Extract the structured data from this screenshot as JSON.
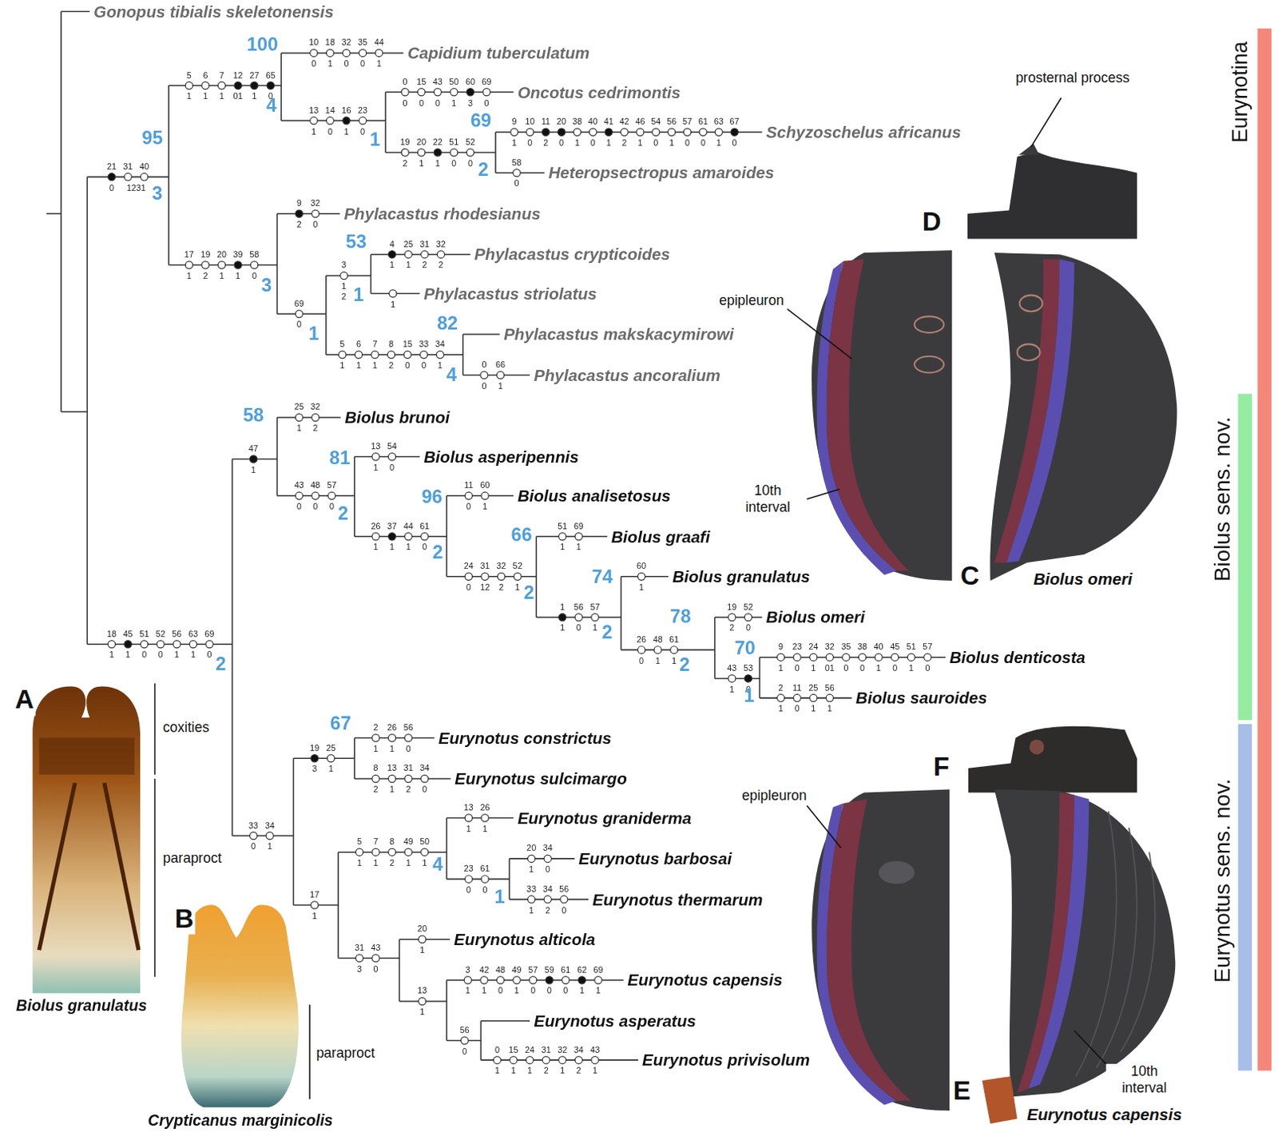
{
  "diagram": {
    "labels": [
      "Gonopus tibialis skeletonensis",
      "21",
      "31",
      "40",
      "0",
      "1231",
      "5",
      "6",
      "7",
      "12",
      "27",
      "65",
      "1",
      "1",
      "1",
      "01",
      "1",
      "0",
      "10",
      "18",
      "32",
      "35",
      "44",
      "0",
      "1",
      "0",
      "0",
      "1",
      "Capidium tuberculatum",
      "13",
      "14",
      "16",
      "23",
      "1",
      "0",
      "1",
      "0",
      "0",
      "15",
      "43",
      "50",
      "60",
      "69",
      "0",
      "0",
      "0",
      "1",
      "3",
      "0",
      "Oncotus cedrimontis",
      "19",
      "20",
      "22",
      "51",
      "52",
      "2",
      "1",
      "1",
      "0",
      "0",
      "9",
      "10",
      "11",
      "20",
      "38",
      "40",
      "41",
      "42",
      "46",
      "54",
      "56",
      "57",
      "61",
      "63",
      "67",
      "1",
      "0",
      "2",
      "0",
      "1",
      "0",
      "1",
      "2",
      "1",
      "0",
      "1",
      "0",
      "0",
      "1",
      "0",
      "Schyzoschelus africanus",
      "58",
      "0",
      "Heteropsectropus amaroides",
      "17",
      "19",
      "20",
      "39",
      "58",
      "1",
      "2",
      "1",
      "1",
      "0",
      "9",
      "32",
      "2",
      "0",
      "Phylacastus rhodesianus",
      "69",
      "0",
      "3",
      "1",
      "2",
      "4",
      "25",
      "31",
      "32",
      "1",
      "1",
      "2",
      "2",
      "Phylacastus crypticoides",
      "1",
      "Phylacastus striolatus",
      "5",
      "6",
      "7",
      "8",
      "15",
      "33",
      "34",
      "1",
      "1",
      "1",
      "2",
      "0",
      "0",
      "1",
      "Phylacastus makskacymirowi",
      "0",
      "66",
      "0",
      "1",
      "Phylacastus ancoralium",
      "18",
      "45",
      "51",
      "52",
      "56",
      "63",
      "69",
      "1",
      "1",
      "0",
      "0",
      "1",
      "1",
      "0",
      "47",
      "1",
      "25",
      "32",
      "1",
      "2",
      "Biolus brunoi",
      "43",
      "48",
      "57",
      "0",
      "0",
      "0",
      "13",
      "54",
      "1",
      "0",
      "Biolus asperipennis",
      "26",
      "37",
      "44",
      "61",
      "1",
      "1",
      "1",
      "0",
      "11",
      "60",
      "0",
      "1",
      "Biolus analisetosus",
      "24",
      "31",
      "32",
      "52",
      "0",
      "12",
      "2",
      "1",
      "51",
      "69",
      "1",
      "1",
      "Biolus graafi",
      "1",
      "56",
      "57",
      "1",
      "0",
      "1",
      "60",
      "1",
      "Biolus granulatus",
      "26",
      "48",
      "61",
      "0",
      "1",
      "1",
      "19",
      "52",
      "2",
      "0",
      "Biolus omeri",
      "43",
      "53",
      "1",
      "0",
      "9",
      "23",
      "24",
      "32",
      "35",
      "38",
      "40",
      "45",
      "51",
      "57",
      "1",
      "0",
      "1",
      "01",
      "0",
      "0",
      "1",
      "0",
      "1",
      "0",
      "Biolus denticosta",
      "2",
      "11",
      "25",
      "56",
      "1",
      "0",
      "1",
      "1",
      "Biolus sauroides",
      "33",
      "34",
      "0",
      "1",
      "19",
      "25",
      "3",
      "1",
      "2",
      "26",
      "56",
      "1",
      "1",
      "0",
      "Eurynotus constrictus",
      "8",
      "13",
      "31",
      "34",
      "2",
      "1",
      "2",
      "0",
      "Eurynotus sulcimargo",
      "17",
      "1",
      "5",
      "7",
      "8",
      "49",
      "50",
      "1",
      "1",
      "2",
      "1",
      "1",
      "13",
      "26",
      "1",
      "1",
      "Eurynotus graniderma",
      "23",
      "61",
      "0",
      "0",
      "20",
      "34",
      "1",
      "0",
      "Eurynotus barbosai",
      "33",
      "34",
      "56",
      "1",
      "2",
      "0",
      "Eurynotus thermarum",
      "31",
      "43",
      "3",
      "0",
      "20",
      "1",
      "Eurynotus alticola",
      "13",
      "1",
      "3",
      "42",
      "48",
      "49",
      "57",
      "59",
      "61",
      "62",
      "69",
      "1",
      "1",
      "0",
      "1",
      "0",
      "0",
      "0",
      "1",
      "1",
      "Eurynotus capensis",
      "56",
      "0",
      "Eurynotus asperatus",
      "0",
      "15",
      "24",
      "31",
      "32",
      "34",
      "43",
      "1",
      "1",
      "1",
      "2",
      "1",
      "2",
      "1",
      "Eurynotus privisolum",
      "100",
      "95",
      "3",
      "4",
      "1",
      "69",
      "2",
      "3",
      "53",
      "1",
      "1",
      "82",
      "4",
      "58",
      "2",
      "81",
      "2",
      "96",
      "2",
      "66",
      "2",
      "74",
      "2",
      "78",
      "2",
      "70",
      "1",
      "67",
      "4",
      "1",
      "prosternal process",
      "D",
      "epipleuron",
      "10th interval",
      "C",
      "Biolus omeri",
      "Eurynotina",
      "Biolus sens. nov.",
      "Eurynotus sens. nov.",
      "A",
      "coxities",
      "paraproct",
      "Biolus granulatus",
      "B",
      "paraproct",
      "Crypticanus marginicolis",
      "F",
      "epipleuron",
      "E",
      "10th interval",
      "Eurynotus capensis"
    ]
  }
}
